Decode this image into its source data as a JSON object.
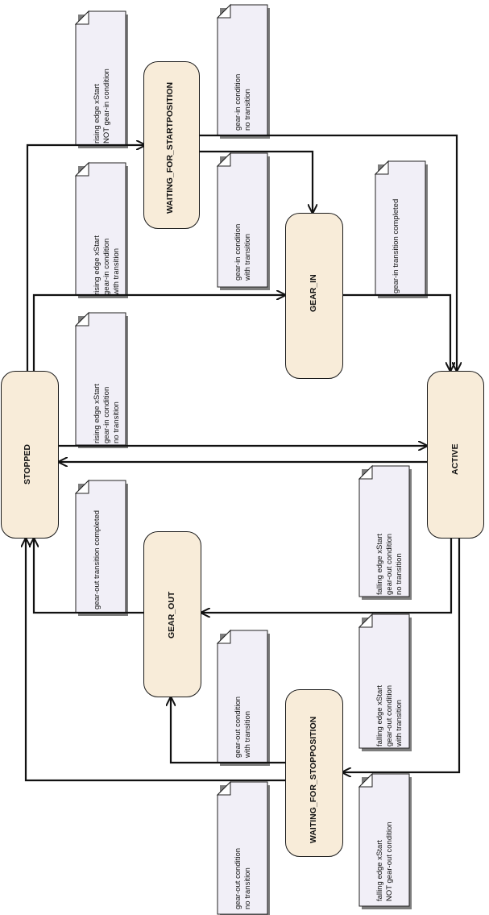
{
  "states": {
    "stopped": "STOPPED",
    "waiting_for_startposition": "WAITING_FOR_STARTPOSITION",
    "gear_in": "GEAR_IN",
    "active": "ACTIVE",
    "gear_out": "GEAR_OUT",
    "waiting_for_stopposition": "WAITING_FOR_STOPPOSITION"
  },
  "notes": {
    "stopped_to_waiting": {
      "lines": [
        "rising edge xStart",
        "NOT gear-in condition"
      ]
    },
    "stopped_to_gear_in": {
      "lines": [
        "rising edge xStart",
        "gear-in condition",
        "with transition"
      ]
    },
    "stopped_to_active": {
      "lines": [
        "rising edge xStart",
        "gear-in condition",
        "no transition"
      ]
    },
    "gear_out_to_stopped": {
      "lines": [
        "gear-out transition completed"
      ]
    },
    "waiting_to_active": {
      "lines": [
        "gear-in condition",
        "no transition"
      ]
    },
    "waiting_to_gear_in": {
      "lines": [
        "gear-in condition",
        "with transition"
      ]
    },
    "gear_in_to_active": {
      "lines": [
        "gear-in transition completed"
      ]
    },
    "waiting_stop_to_gear_out": {
      "lines": [
        "gear-out condition",
        "with transition"
      ]
    },
    "waiting_stop_to_stopped": {
      "lines": [
        "gear-out condition",
        "no transition"
      ]
    },
    "active_to_stopped": {
      "lines": [
        "falling edge xStart",
        "gear-out condition",
        "no transition"
      ]
    },
    "active_to_gear_out": {
      "lines": [
        "falling edge xStart",
        "gear-out condition",
        "with transition"
      ]
    },
    "active_to_waiting_stop": {
      "lines": [
        "falling edge xStart",
        "NOT gear-out condition"
      ]
    }
  }
}
